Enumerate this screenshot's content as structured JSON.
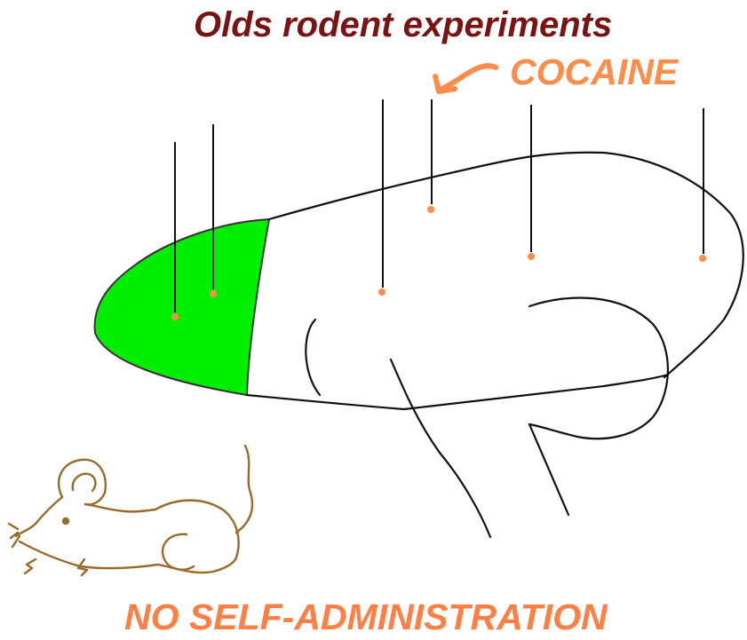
{
  "title": "Olds rodent experiments",
  "drug_label": "COCAINE",
  "footer": "NO SELF-ADMINISTRATION",
  "colors": {
    "title": "#7a1414",
    "accent": "#ff8c4a",
    "highlight_region": "#00ee00",
    "outline": "#111111",
    "rat": "#9a6a2a"
  },
  "icons": {
    "arrow": "curved-arrow-icon",
    "rat": "rat-icon"
  }
}
